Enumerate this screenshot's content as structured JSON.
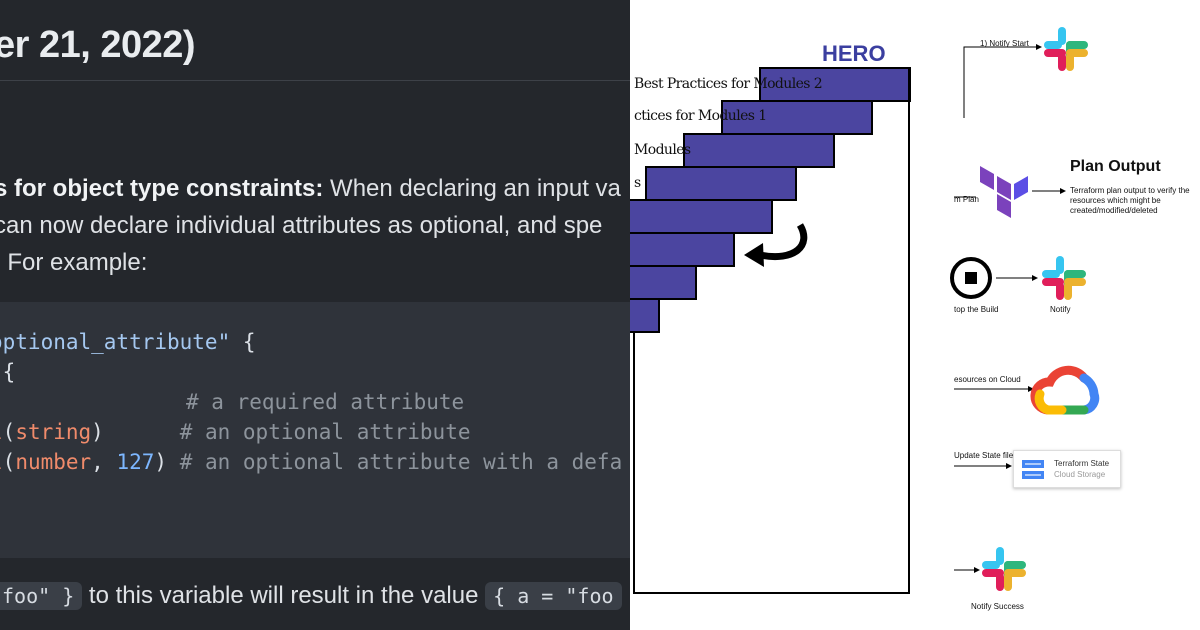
{
  "left": {
    "heading": "er 21, 2022)",
    "para_line1_bold": "s for object type constraints:",
    "para_line1_rest": " When declaring an input va",
    "para_line2": " can now declare individual attributes as optional, and spe",
    "para_line3": ". For example:",
    "code": {
      "l1_str": "optional_attribute\"",
      "l1_brace": " {",
      "l2": "({",
      "l3_comment": "# a required attribute",
      "l4_fn": "l",
      "l4_type": "string",
      "l4_comment": "# an optional attribute",
      "l5_fn": "l",
      "l5_type": "number",
      "l5_num": "127",
      "l5_comment": "# an optional attribute with a defa"
    },
    "bottom_pill_1": "foo\" }",
    "bottom_text": " to this variable will result in the value ",
    "bottom_pill_2": "{ a = \"foo"
  },
  "right": {
    "hero_title": "HERO",
    "stair_labels": [
      "Best Practices for Modules 2",
      "ctices for Modules 1",
      "Modules",
      "s"
    ],
    "notify_start": "1) Notify Start",
    "plan_label": "m Plan",
    "plan_title": "Plan Output",
    "plan_desc": "Terraform plan output to verify the resources which might be created/modified/deleted",
    "stop_build": "top the Build",
    "notify": "Notify",
    "resources_cloud": "esources on Cloud",
    "update_state": "Update State file",
    "tf_state_title": "Terraform State",
    "tf_state_sub": "Cloud Storage",
    "notify_success": "Notify Success",
    "colors": {
      "stair_fill": "#4b45a0",
      "terraform": "#7b42bc",
      "slack_blue": "#36c5f0",
      "slack_green": "#2eb67d",
      "slack_yellow": "#ecb22e",
      "slack_red": "#e01e5a",
      "gcp_red": "#ea4335",
      "gcp_blue": "#4285f4",
      "gcp_yellow": "#fbbc05",
      "gcp_green": "#34a853"
    },
    "icons": [
      "slack-icon",
      "terraform-icon",
      "stop-icon",
      "google-cloud-icon",
      "cloud-storage-icon",
      "curved-arrow-icon"
    ]
  }
}
